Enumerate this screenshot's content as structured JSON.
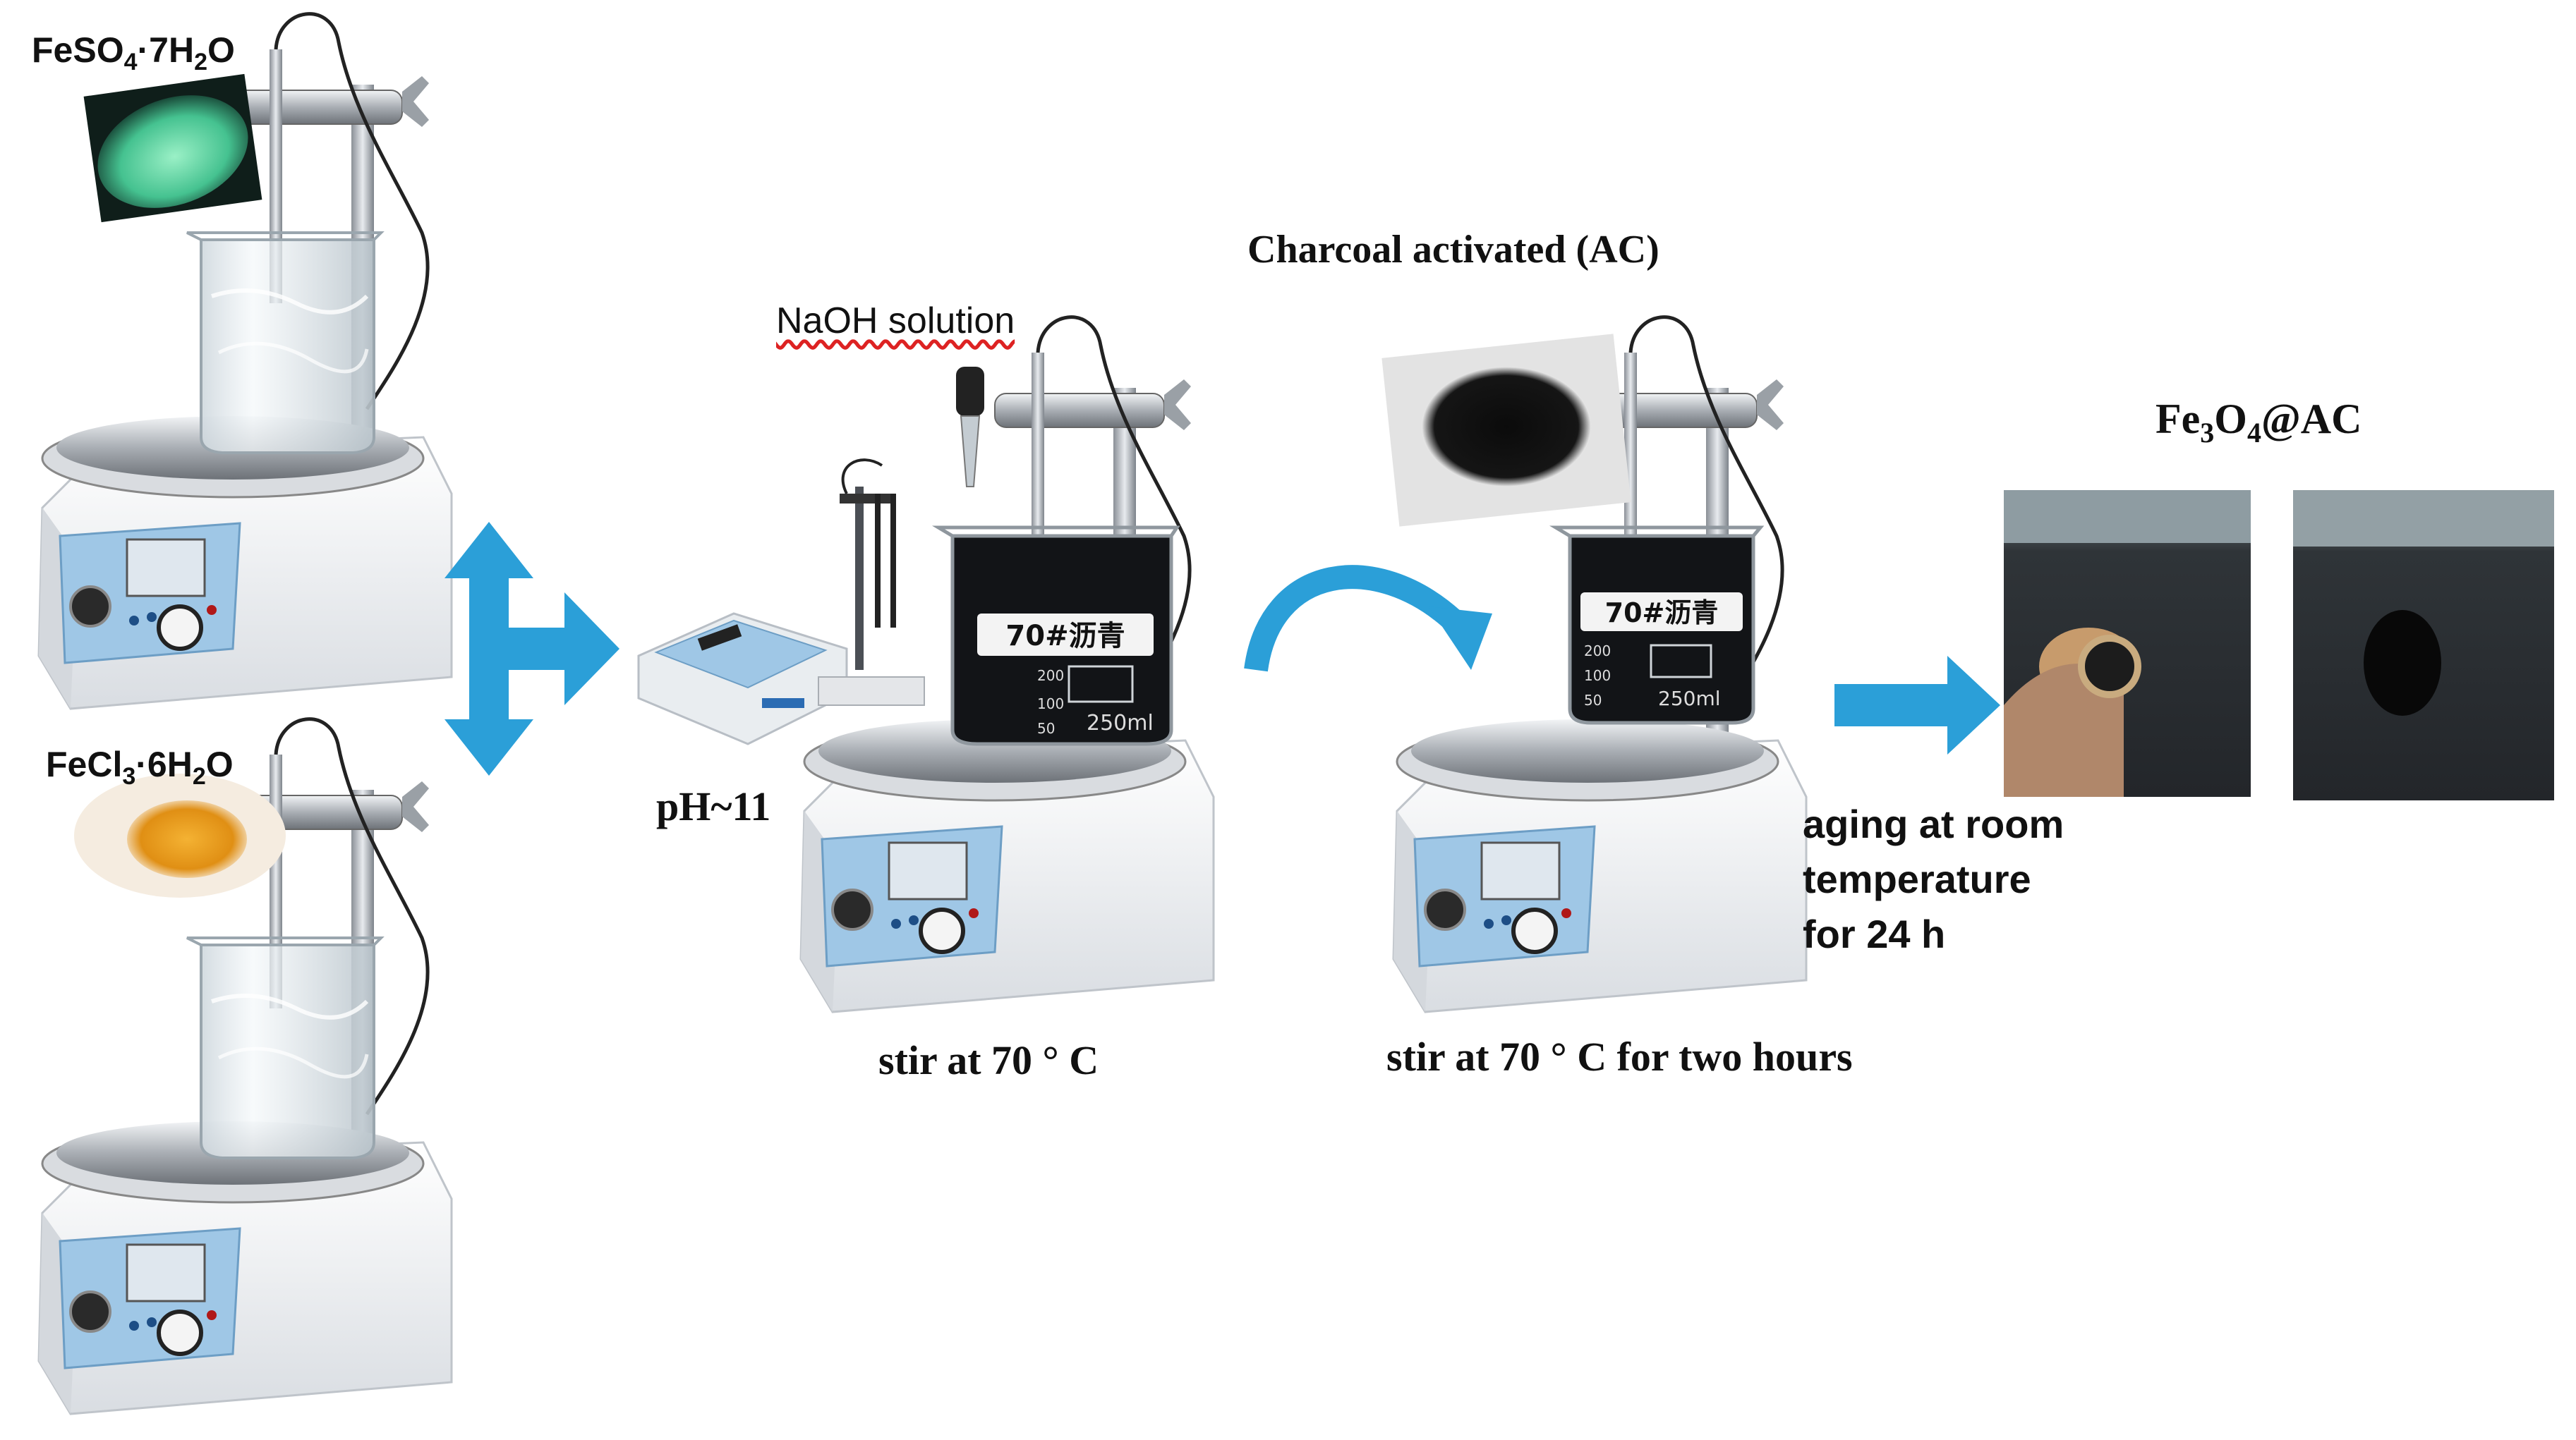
{
  "labels": {
    "fe_sulfate": {
      "base": "FeSO",
      "s1": "4",
      "mid": "·7H",
      "s2": "2",
      "end": "O"
    },
    "fe_chloride": {
      "base": "FeCl",
      "s1": "3",
      "mid": "·6H",
      "s2": "2",
      "end": "O"
    },
    "naoh": "NaOH solution",
    "ph": "pH~11",
    "charcoal": "Charcoal activated (AC)",
    "product": {
      "base": "Fe",
      "s1": "3",
      "mid": "O",
      "s2": "4",
      "end": "@AC"
    },
    "stir1": "stir at 70 ° C",
    "stir2": "stir at 70 ° C for two hours",
    "aging": [
      "aging at room",
      "temperature",
      "for 24 h"
    ]
  },
  "beaker_marks": {
    "label": "70#沥青",
    "volume": "250ml",
    "grad_200": "200",
    "grad_100": "100",
    "grad_50": "50"
  },
  "colors": {
    "arrow": "#2b9fd8",
    "liquid_dark": "#121417",
    "powder_green": "#4fc79a",
    "powder_orange": "#e69a1c",
    "panel_blue": "#9fc7e6"
  }
}
